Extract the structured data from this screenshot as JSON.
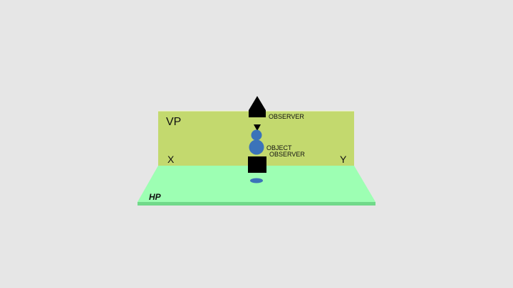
{
  "scene": {
    "vertical_plane_label": "VP",
    "horizontal_plane_label": "HP",
    "x_label": "X",
    "y_label": "Y",
    "observer_top_label": "OBSERVER",
    "object_label": "OBJECT",
    "observer_front_label": "OBSERVER"
  },
  "colors": {
    "background": "#e6e6e6",
    "vertical_plane": "#c3d96e",
    "horizontal_plane": "#9dffb3",
    "horizontal_plane_edge": "#71d98a",
    "object": "#3b73b9",
    "observer": "#000000"
  }
}
